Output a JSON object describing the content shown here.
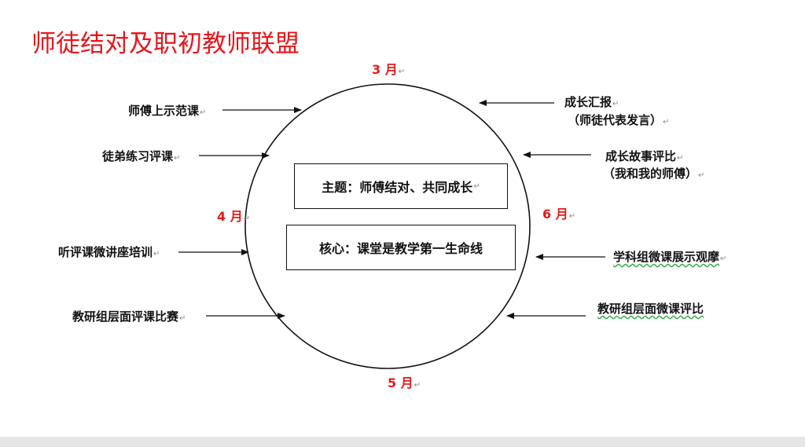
{
  "title": "师徒结对及职初教师联盟",
  "months": {
    "m3": "3 月",
    "m4": "4 月",
    "m5": "5 月",
    "m6": "6 月"
  },
  "center": {
    "theme": "主题：师傅结对、共同成长",
    "core": "核心：课堂是教学第一生命线"
  },
  "left_items": [
    "师傅上示范课",
    "徒弟练习评课",
    "听评课微讲座培训",
    "教研组层面评课比赛"
  ],
  "right_items": {
    "report_line1": "成长汇报",
    "report_line2": "（师徒代表发言）",
    "story_line1": "成长故事评比",
    "story_line2": "（我和我的师傅）",
    "micro_show": "学科组微课展示观摩",
    "micro_eval": "教研组层面微课评比"
  },
  "colors": {
    "title": "#e8161b",
    "month": "#e31c1c",
    "ink": "#111111"
  }
}
